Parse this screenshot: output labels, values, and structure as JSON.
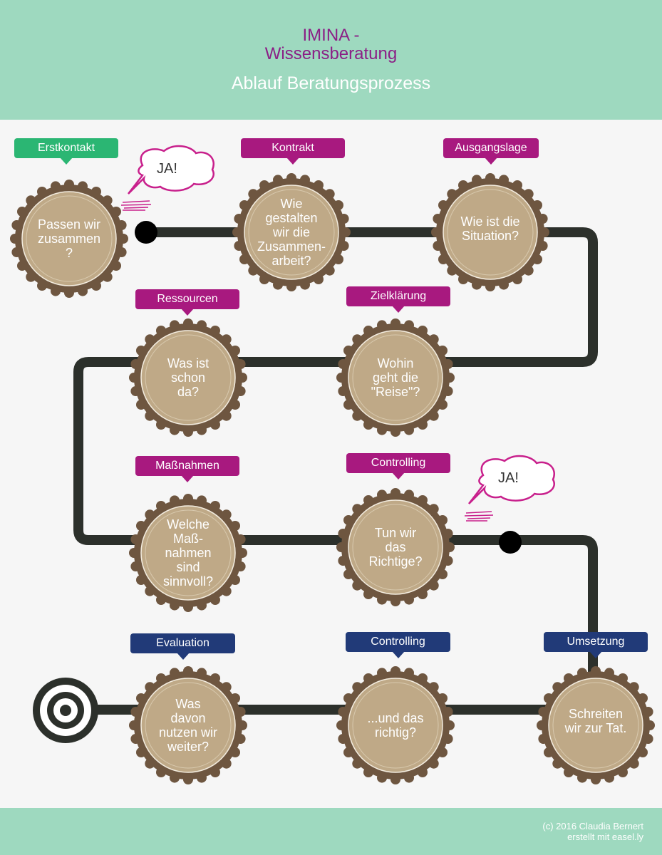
{
  "header": {
    "title_line1": "IMINA -",
    "title_line2": "Wissensberatung",
    "subtitle": "Ablauf Beratungsprozess"
  },
  "steps": [
    {
      "tag": "Erstkontakt",
      "text": "Passen wir\nzusammen\n?"
    },
    {
      "tag": "Kontrakt",
      "text": "Wie\ngestalten\nwir die\nZusammen-\narbeit?"
    },
    {
      "tag": "Ausgangslage",
      "text": "Wie ist die\nSituation?"
    },
    {
      "tag": "Ressourcen",
      "text": "Was ist\nschon\nda?"
    },
    {
      "tag": "Zielklärung",
      "text": "Wohin\ngeht die\n\"Reise\"?"
    },
    {
      "tag": "Maßnahmen",
      "text": "Welche\nMaß-\nnahmen\nsind\nsinnvoll?"
    },
    {
      "tag": "Controlling",
      "text": "Tun wir\ndas\nRichtige?"
    },
    {
      "tag": "Evaluation",
      "text": "Was\ndavon\nnutzen wir\nweiter?"
    },
    {
      "tag": "Controlling",
      "text": "...und das\nrichtig?"
    },
    {
      "tag": "Umsetzung",
      "text": "Schreiten\nwir zur Tat."
    }
  ],
  "bubbles": [
    {
      "text": "JA!"
    },
    {
      "text": "JA!"
    }
  ],
  "footer": {
    "copyright": "(c) 2016 Claudia Bernert",
    "credit": "erstellt mit easel.ly"
  },
  "colors": {
    "header_bg": "#9ed9bf",
    "title": "#8b1f86",
    "tag_green": "#2bb673",
    "tag_purple": "#a8197f",
    "tag_navy": "#213a78",
    "node_fill": "#bfa987",
    "node_rim": "#6e5640",
    "path": "#2c302b"
  }
}
